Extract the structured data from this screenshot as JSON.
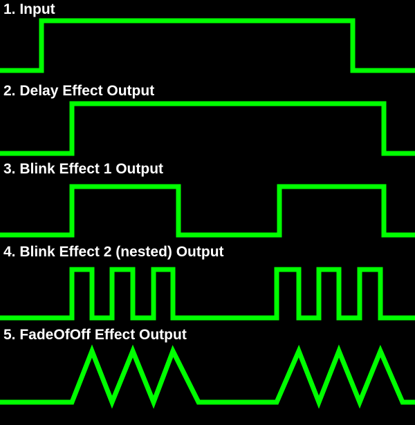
{
  "colors": {
    "background": "#000000",
    "waveform": "#00ff00",
    "title_text": "#ffffff"
  },
  "tracks": [
    {
      "title": "1. Input"
    },
    {
      "title": "2. Delay Effect Output"
    },
    {
      "title": "3. Blink Effect 1 Output"
    },
    {
      "title": "4. Blink Effect 2 (nested) Output"
    },
    {
      "title": "5. FadeOfOff Effect Output"
    }
  ]
}
